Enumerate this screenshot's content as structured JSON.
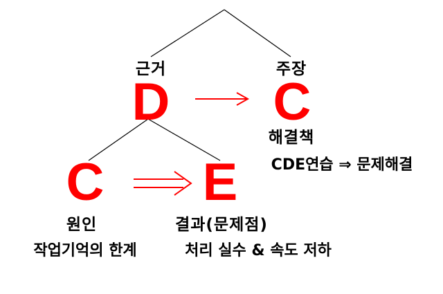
{
  "colors": {
    "accent": "#ff0000",
    "text": "#000000",
    "line": "#000000"
  },
  "top": {
    "left_label": "근거",
    "right_label": "주장",
    "left_letter": "D",
    "right_letter": "C",
    "arrow": "→"
  },
  "solution": {
    "label": "해결책",
    "text": "CDE연습 ⇒ 문제해결"
  },
  "bottom": {
    "left_letter": "C",
    "right_letter": "E",
    "arrow": "⇒",
    "cause_label": "원인",
    "cause_text": "작업기억의 한계",
    "result_label": "결과(문제점)",
    "result_text": "처리 실수 & 속도 저하"
  }
}
